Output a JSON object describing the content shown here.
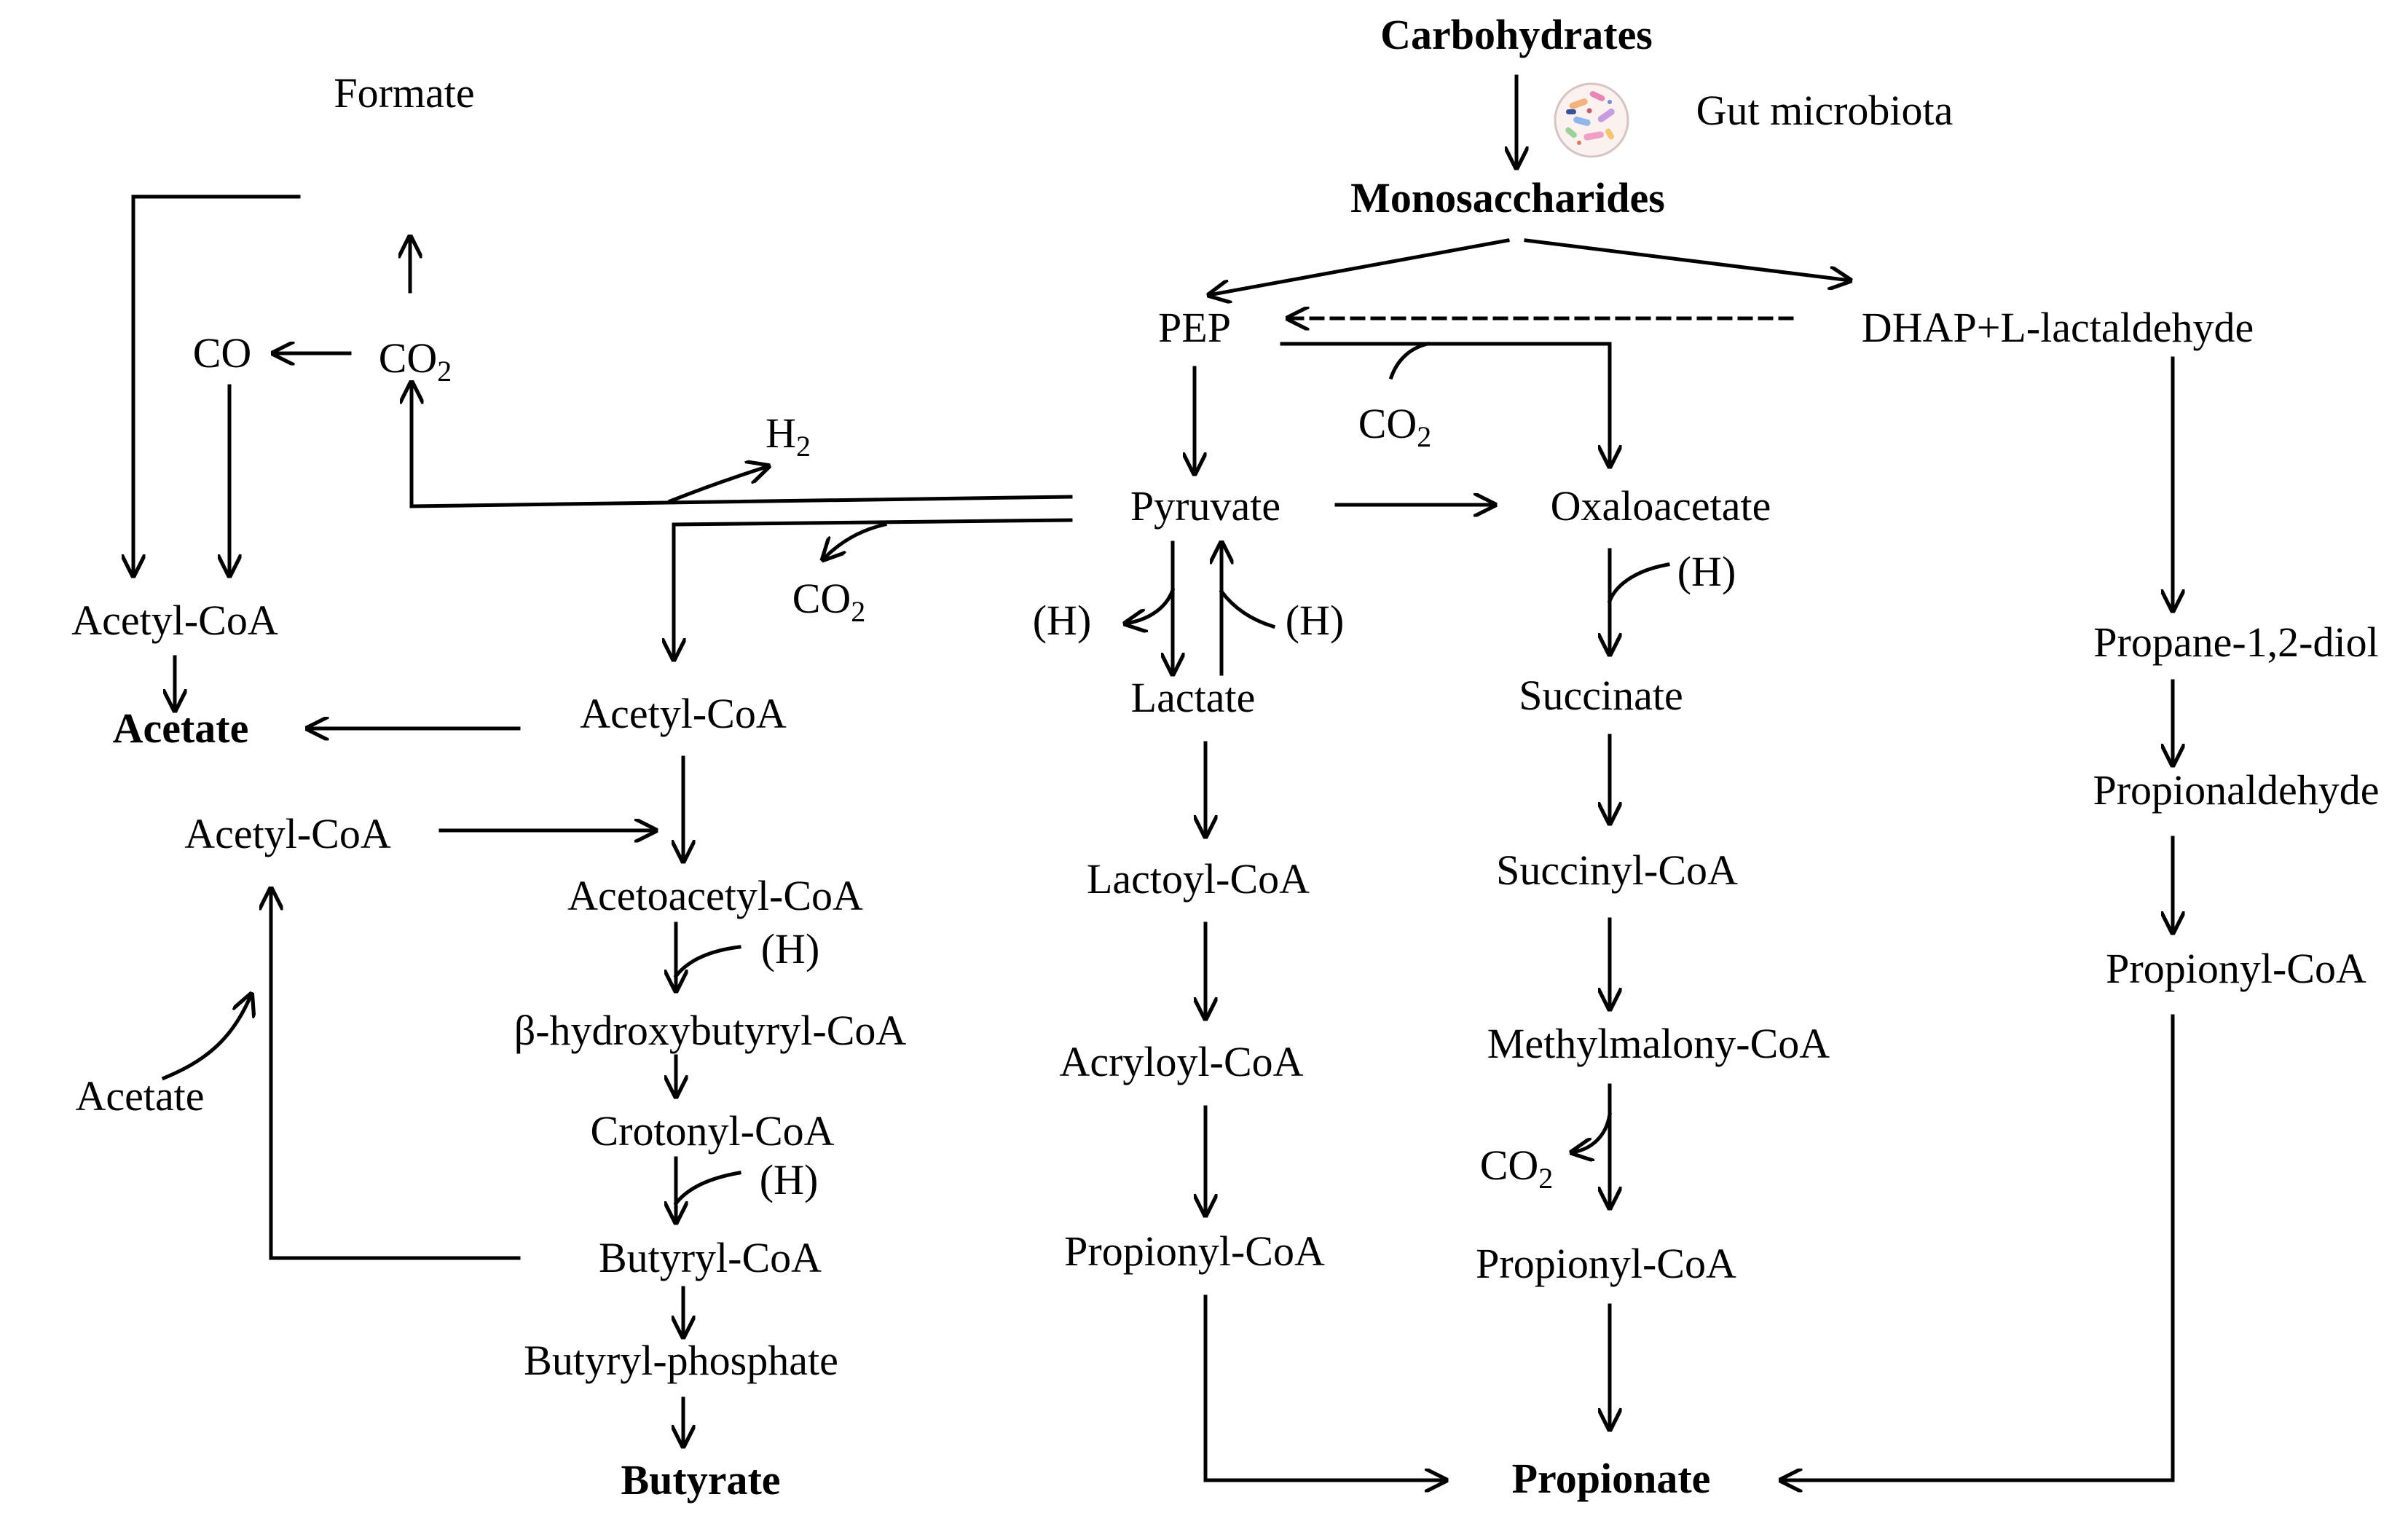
{
  "carbohydrates": "Carbohydrates",
  "gut_microbiota": "Gut microbiota",
  "monosaccharides": "Monosaccharides",
  "pep": "PEP",
  "dhap": "DHAP+L-lactaldehyde",
  "co2": {
    "base": "CO",
    "sub": "2"
  },
  "h2": {
    "base": "H",
    "sub": "2"
  },
  "co": "CO",
  "formate": "Formate",
  "pyruvate": "Pyruvate",
  "oxaloacetate": "Oxaloacetate",
  "h": "(H)",
  "acetyl_coa": "Acetyl-CoA",
  "acetate_bold": "Acetate",
  "acetate": "Acetate",
  "lactate": "Lactate",
  "succinate": "Succinate",
  "propane_diol": "Propane-1,2-diol",
  "acetoacetyl_coa": "Acetoacetyl-CoA",
  "hydroxybutyryl_coa": "β-hydroxybutyryl-CoA",
  "crotonyl_coa": "Crotonyl-CoA",
  "butyryl_coa": "Butyryl-CoA",
  "butyryl_phosphate": "Butyryl-phosphate",
  "butyrate": "Butyrate",
  "lactoyl_coa": "Lactoyl-CoA",
  "acryloyl_coa": "Acryloyl-CoA",
  "propionyl_coa": "Propionyl-CoA",
  "succinyl_coa": "Succinyl-CoA",
  "methylmalony_coa": "Methylmalony-CoA",
  "propionaldehyde": "Propionaldehyde",
  "propionate": "Propionate",
  "icons": {
    "microbiota": "gut-microbiota-icon"
  }
}
